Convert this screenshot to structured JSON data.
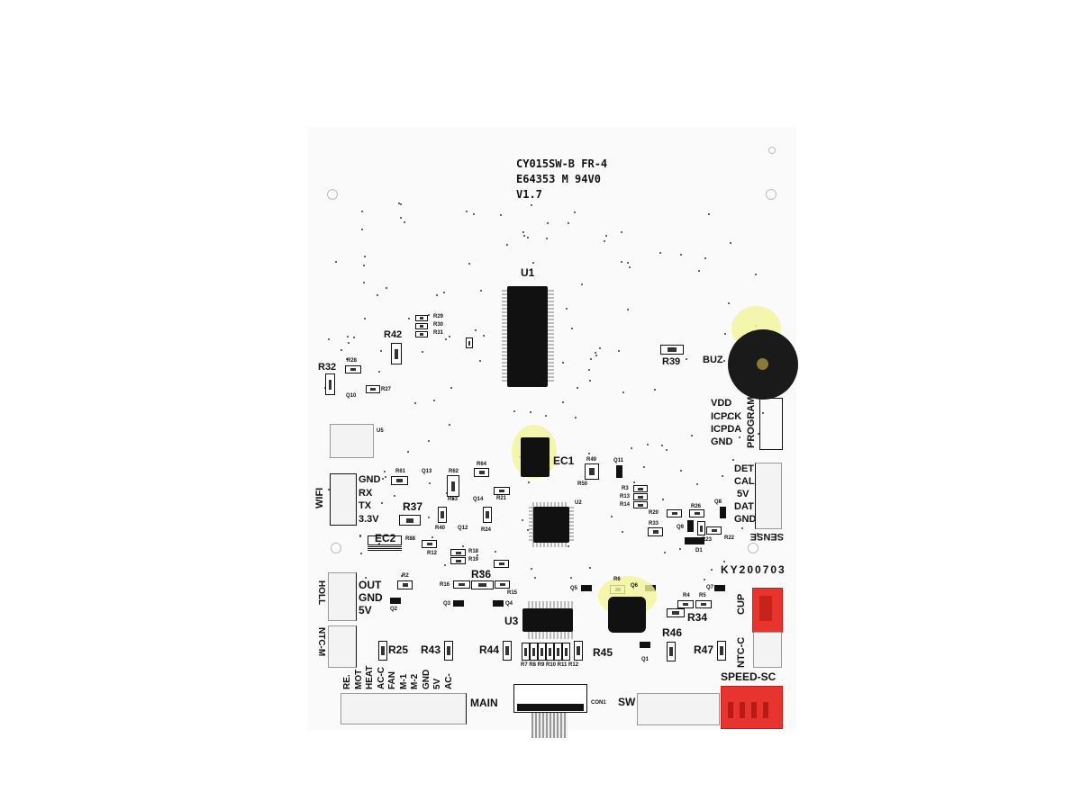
{
  "board": {
    "title_lines": [
      "CY015SW-B FR-4",
      "E64353 M 94V0",
      "V1.7"
    ],
    "board_code": "KY200703",
    "colors": {
      "board": "#fafafa",
      "silkscreen": "#111111",
      "red_connector": "#e8342e",
      "flux_highlight": "#f4f59a"
    }
  },
  "labels": {
    "U1": "U1",
    "U2": "U2",
    "U3": "U3",
    "U5": "U5",
    "R2": "R2",
    "R3": "R3",
    "R4": "R4",
    "R5": "R5",
    "R6": "R6",
    "R12": "R12",
    "R13": "R13",
    "R14": "R14",
    "R15": "R15",
    "R16": "R16",
    "R18": "R18",
    "R19": "R19",
    "R20": "R20",
    "R21": "R21",
    "R22": "R22",
    "R23": "R23",
    "R24": "R24",
    "R25": "R25",
    "R26": "R26",
    "R27": "R27",
    "R28": "R28",
    "R29": "R29",
    "R30": "R30",
    "R31": "R31",
    "R32": "R32",
    "R33": "R33",
    "R34": "R34",
    "R36": "R36",
    "R37": "R37",
    "R39": "R39",
    "R40": "R40",
    "R42": "R42",
    "R43": "R43",
    "R44": "R44",
    "R45": "R45",
    "R46": "R46",
    "R47": "R47",
    "R49": "R49",
    "R50": "R50",
    "R61": "R61",
    "R62": "R62",
    "R63": "R63",
    "R64": "R64",
    "R88": "R88",
    "R7_R12": "R7 R8 R9 R10 R11 R12",
    "Q1": "Q1",
    "Q2": "Q2",
    "Q3": "Q3",
    "Q4": "Q4",
    "Q5": "Q5",
    "Q6": "Q6",
    "Q7": "Q7",
    "Q8": "Q8",
    "Q9": "Q9",
    "Q10": "Q10",
    "Q11": "Q11",
    "Q12": "Q12",
    "Q13": "Q13",
    "Q14": "Q14",
    "D1": "D1",
    "EC1": "EC1",
    "EC2": "EC2",
    "BUZ": "BUZ",
    "CON1": "CON1"
  },
  "connectors": {
    "program": {
      "name": "PROGRAM",
      "pins": [
        "VDD",
        "ICPCK",
        "ICPDA",
        "GND"
      ]
    },
    "wifi": {
      "name": "WIFI",
      "pins": [
        "GND",
        "RX",
        "TX",
        "3.3V"
      ]
    },
    "sense": {
      "name": "SENSE",
      "pins": [
        "DET",
        "CAL",
        "5V",
        "DAT",
        "GND"
      ]
    },
    "holl": {
      "name": "HOLL",
      "pins": [
        "OUT",
        "GND",
        "5V"
      ]
    },
    "ntc_m": {
      "name": "NTC-M"
    },
    "main": {
      "name": "MAIN",
      "pins": [
        "RE.",
        "MOT",
        "HEAT",
        "AC-C",
        "FAN",
        "M-1",
        "M-2",
        "GND",
        "5V",
        "AC-"
      ]
    },
    "sw": {
      "name": "SW"
    },
    "cup": {
      "name": "CUP"
    },
    "ntc_c": {
      "name": "NTC-C"
    },
    "speed": {
      "name": "SPEED-SC"
    }
  }
}
